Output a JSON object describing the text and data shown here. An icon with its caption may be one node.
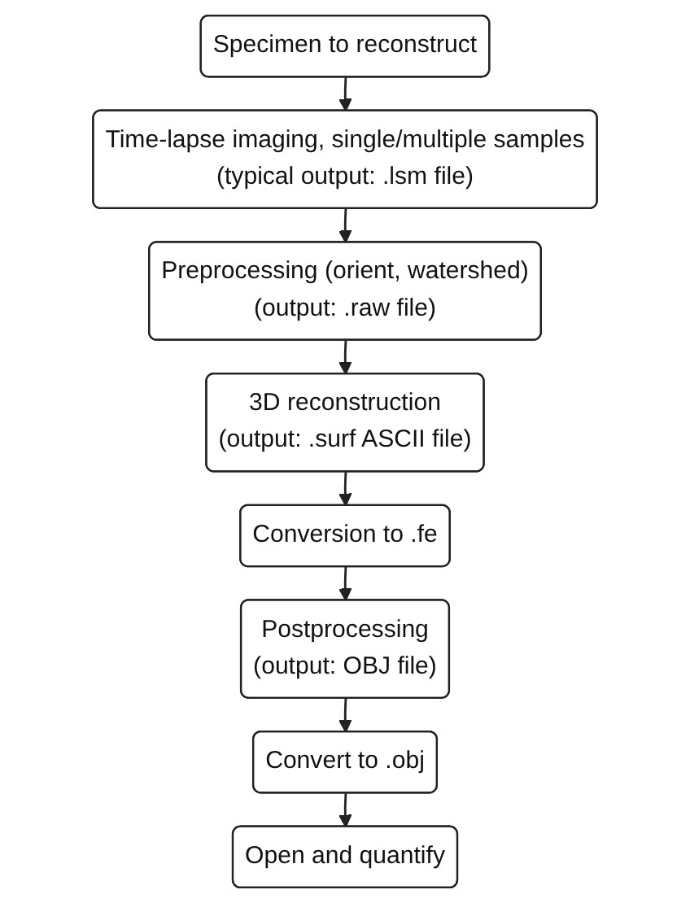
{
  "diagram": {
    "nodes": [
      {
        "text": [
          "Specimen to reconstruct"
        ]
      },
      {
        "text": [
          "Time-lapse imaging, single/multiple samples",
          "(typical output: .lsm file)"
        ]
      },
      {
        "text": [
          "Preprocessing (orient, watershed)",
          "(output: .raw file)"
        ]
      },
      {
        "text": [
          "3D reconstruction",
          "(output: .surf ASCII file)"
        ]
      },
      {
        "text": [
          "Conversion to .fe"
        ]
      },
      {
        "text": [
          "Postprocessing",
          "(output: OBJ file)"
        ]
      },
      {
        "text": [
          "Convert to .obj"
        ]
      },
      {
        "text": [
          "Open and quantify"
        ]
      }
    ],
    "edges": [
      {
        "from": 0,
        "to": 1,
        "arrow": "to"
      },
      {
        "from": 1,
        "to": 2,
        "arrow": "to"
      },
      {
        "from": 2,
        "to": 3,
        "arrow": "to"
      },
      {
        "from": 3,
        "to": 4,
        "arrow": "to"
      },
      {
        "from": 4,
        "to": 5,
        "arrow": "to"
      },
      {
        "from": 5,
        "to": 6,
        "arrow": "to"
      },
      {
        "from": 6,
        "to": 7,
        "arrow": "to"
      }
    ]
  }
}
